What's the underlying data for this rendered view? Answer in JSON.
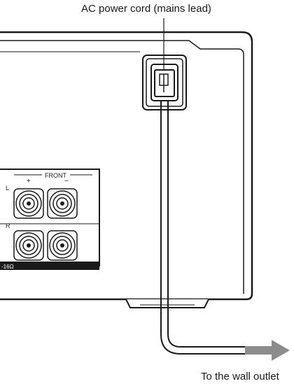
{
  "labels": {
    "power_cord": "AC power cord (mains lead)",
    "wall_outlet": "To the wall outlet"
  },
  "speaker_panel": {
    "group_label": "FRONT",
    "left_channel": "L",
    "right_channel": "R",
    "plus_sign": "+",
    "minus_sign": "−",
    "impedance_text": "-16Ω"
  },
  "colors": {
    "line": "#1a1a1a",
    "panel_fill": "#ffffff",
    "arrow_fill": "#8c8c8c",
    "strip_fill": "#1a1a1a"
  }
}
